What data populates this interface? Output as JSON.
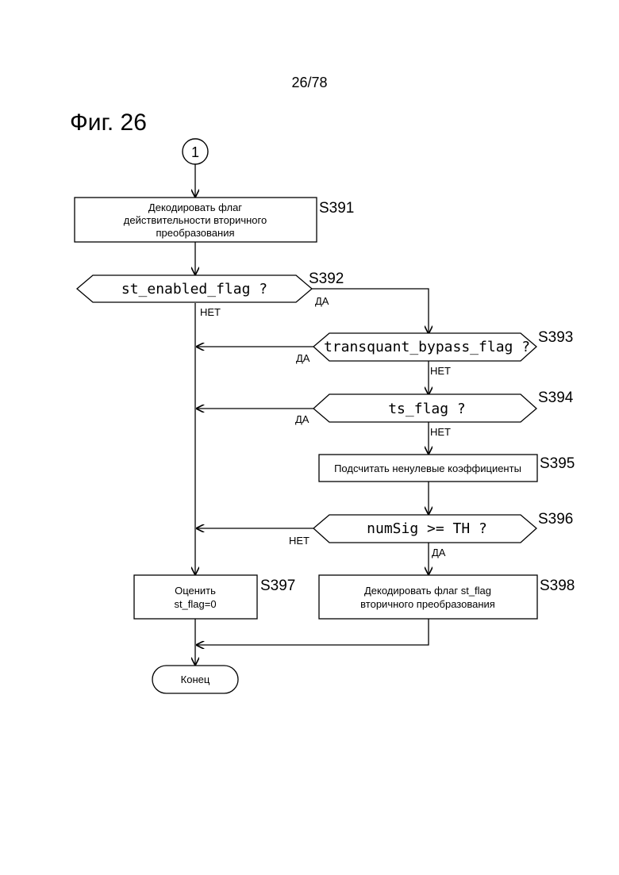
{
  "page_number": "26/78",
  "figure_title": "Фиг. 26",
  "connector_label": "1",
  "steps": {
    "s391": {
      "id": "S391",
      "lines": [
        "Декодировать флаг",
        "действительности вторичного",
        "преобразования"
      ]
    },
    "s392": {
      "id": "S392",
      "text": "st_enabled_flag ?",
      "yes": "ДА",
      "no": "НЕТ"
    },
    "s393": {
      "id": "S393",
      "text": "transquant_bypass_flag ?",
      "yes": "ДА",
      "no": "НЕТ"
    },
    "s394": {
      "id": "S394",
      "text": "ts_flag ?",
      "yes": "ДА",
      "no": "НЕТ"
    },
    "s395": {
      "id": "S395",
      "text": "Подсчитать ненулевые коэффициенты"
    },
    "s396": {
      "id": "S396",
      "text": "numSig >= TH ?",
      "yes": "ДА",
      "no": "НЕТ"
    },
    "s397": {
      "id": "S397",
      "lines": [
        "Оценить",
        "st_flag=0"
      ]
    },
    "s398": {
      "id": "S398",
      "lines": [
        "Декодировать флаг st_flag",
        "вторичного преобразования"
      ]
    }
  },
  "end_label": "Конец",
  "colors": {
    "line": "#000000",
    "background": "#ffffff"
  }
}
